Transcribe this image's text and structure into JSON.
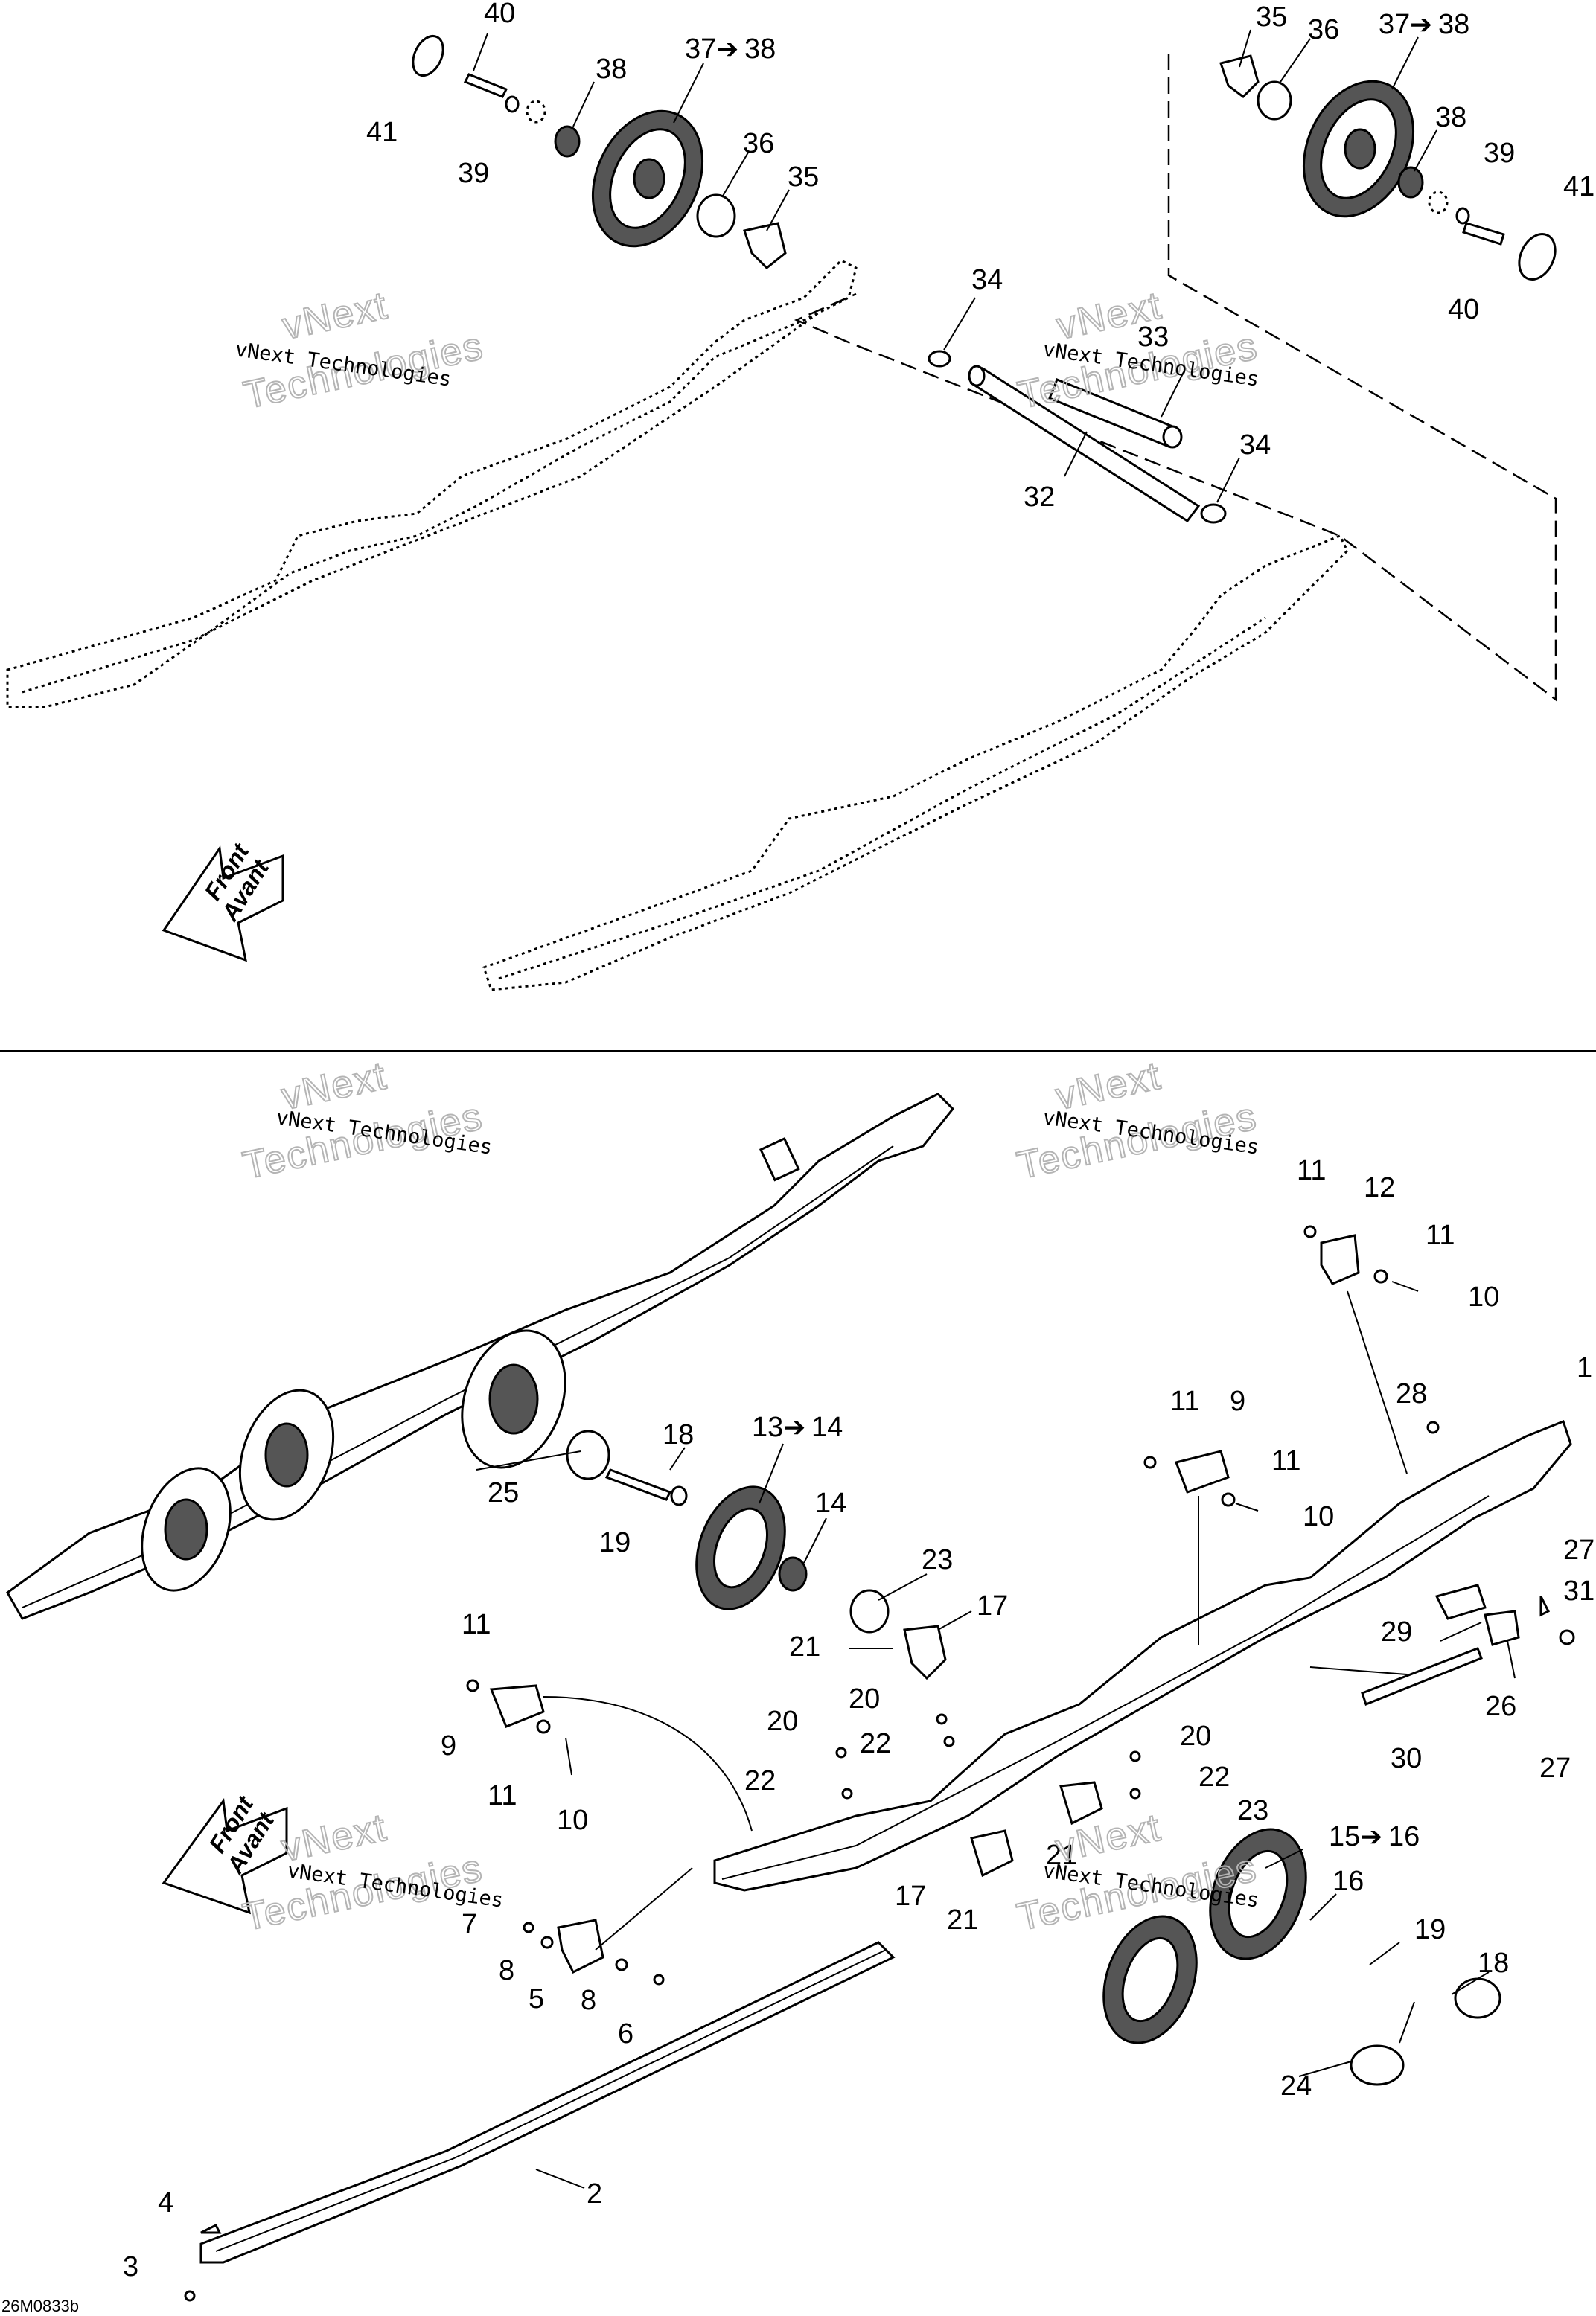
{
  "diagram": {
    "drawing_code": "26M0833b",
    "watermark": {
      "line1": "vNext",
      "line2": "Technologies",
      "small": "vNext Technologies"
    },
    "front_label": {
      "line1": "Front",
      "line2": "Avant"
    },
    "arrow_glyph": "➔",
    "callouts": {
      "c1": "1",
      "c2": "2",
      "c3": "3",
      "c4": "4",
      "c5": "5",
      "c6": "6",
      "c7": "7",
      "c8": "8",
      "c9": "9",
      "c10": "10",
      "c11": "11",
      "c12": "12",
      "c13a": "13",
      "c13b": "14",
      "c14": "14",
      "c15a": "15",
      "c15b": "16",
      "c16": "16",
      "c17": "17",
      "c18": "18",
      "c19": "19",
      "c20": "20",
      "c21": "21",
      "c22": "22",
      "c23": "23",
      "c24": "24",
      "c25": "25",
      "c26": "26",
      "c27": "27",
      "c28": "28",
      "c29": "29",
      "c30": "30",
      "c31": "31",
      "c32": "32",
      "c33": "33",
      "c34": "34",
      "c35": "35",
      "c36": "36",
      "c37a": "37",
      "c37b": "38",
      "c38": "38",
      "c39": "39",
      "c40": "40",
      "c41": "41"
    }
  }
}
